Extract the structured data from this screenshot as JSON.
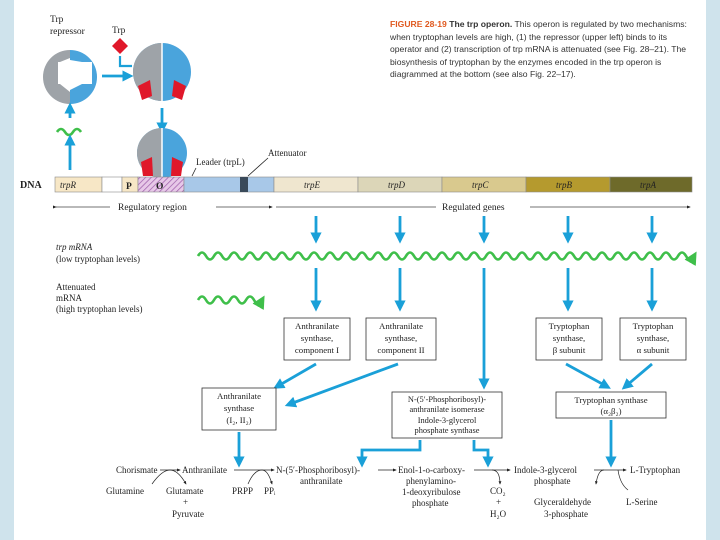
{
  "caption": {
    "figure_label": "FIGURE 28-19",
    "title": "The trp operon.",
    "body": "This operon is regulated by two mechanisms: when tryptophan levels are high, (1) the repressor (upper left) binds to its operator and (2) transcription of trp mRNA is attenuated (see Fig. 28–21). The biosynthesis of tryptophan by the enzymes encoded in the trp operon is diagrammed at the bottom (see also Fig. 22–17)."
  },
  "labels": {
    "trp_repressor_1": "Trp",
    "trp_repressor_2": "repressor",
    "trp": "Trp",
    "attenuator": "Attenuator",
    "leader": "Leader (trpL)",
    "dna": "DNA",
    "regulatory_region": "Regulatory region",
    "regulated_genes": "Regulated genes",
    "mrna_low_1": "trp mRNA",
    "mrna_low_2": "(low tryptophan levels)",
    "mrna_att_1": "Attenuated",
    "mrna_att_2": "mRNA",
    "mrna_att_3": "(high tryptophan levels)"
  },
  "dna": {
    "segments": [
      {
        "label": "trpR",
        "color": "#f7e7c6"
      },
      {
        "label": "P",
        "color": "#f7e7c6"
      },
      {
        "label": "O",
        "color": "#d9b3d9"
      },
      {
        "label": "",
        "color": "#a8c8e8"
      },
      {
        "label": "trpE",
        "color": "#efe6cf"
      },
      {
        "label": "trpD",
        "color": "#dcd6b8"
      },
      {
        "label": "trpC",
        "color": "#d9c98e"
      },
      {
        "label": "trpB",
        "color": "#b59a2e"
      },
      {
        "label": "trpA",
        "color": "#6e6a2a"
      }
    ]
  },
  "boxes": {
    "anthranilate_synthase_1": [
      "Anthranilate",
      "synthase,",
      "component I"
    ],
    "anthranilate_synthase_2": [
      "Anthranilate",
      "synthase,",
      "component II"
    ],
    "tryptophan_synthase_beta": [
      "Tryptophan",
      "synthase,",
      "β subunit"
    ],
    "tryptophan_synthase_alpha": [
      "Tryptophan",
      "synthase,",
      "α subunit"
    ],
    "anthranilate_synthase": [
      "Anthranilate",
      "synthase",
      "(I₂, II₂)"
    ],
    "isomerase": [
      "N-(5′-Phosphoribosyl)-",
      "anthranilate isomerase",
      "Indole-3-glycerol",
      "phosphate synthase"
    ],
    "tryptophan_synthase": [
      "Tryptophan synthase",
      "(α₂β₂)"
    ]
  },
  "pathway": {
    "chorismate": "Chorismate",
    "anthranilate": "Anthranilate",
    "prpa_1": "N-(5′-Phosphoribosyl)-",
    "prpa_2": "anthranilate",
    "enol_1": "Enol-1-o-carboxy-",
    "enol_2": "phenylamino-",
    "enol_3": "1-deoxyribulose",
    "enol_4": "phosphate",
    "igp_1": "Indole-3-glycerol",
    "igp_2": "phosphate",
    "trp": "L-Tryptophan",
    "glutamine": "Glutamine",
    "glutamate": "Glutamate",
    "plus1": "+",
    "pyruvate": "Pyruvate",
    "prpp": "PRPP",
    "ppi": "PPᵢ",
    "co2": "CO₂",
    "plus2": "+",
    "h2o": "H₂O",
    "g3p_1": "Glyceraldehyde",
    "g3p_2": "3-phosphate",
    "serine": "L-Serine"
  },
  "colors": {
    "arrow_blue": "#1aa0d8",
    "wave_green": "#3fbf4a",
    "repressor_gray": "#9ea3a8",
    "repressor_blue": "#4aa4dc",
    "trp_red": "#e0182a"
  }
}
